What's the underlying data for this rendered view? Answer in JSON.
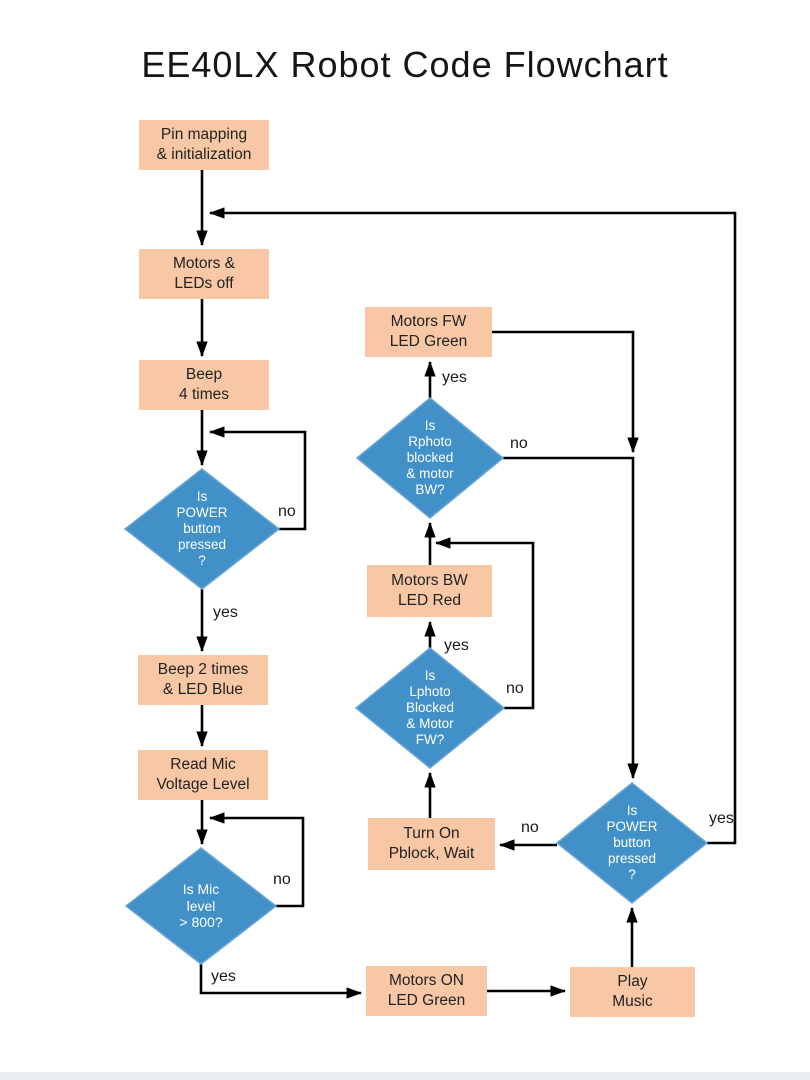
{
  "title": "EE40LX Robot Code Flowchart",
  "colors": {
    "page_bg": "#FFFFFF",
    "process_fill": "#F8C8A6",
    "decision_fill": "#4191C8",
    "decision_border": "#6BA5D6",
    "diamond_text": "#FFFFFF",
    "box_text": "#222222",
    "line_color": "#000000",
    "title_color": "#151515",
    "footer_strip": "#ECEFF2"
  },
  "nodes": {
    "pin_mapping": {
      "type": "process",
      "label": "Pin mapping\n& initialization"
    },
    "motors_leds_off": {
      "type": "process",
      "label": "Motors &\nLEDs off"
    },
    "beep_4_times": {
      "type": "process",
      "label": "Beep\n4 times"
    },
    "power_check_1": {
      "type": "decision",
      "label": "Is\nPOWER\nbutton\npressed\n?"
    },
    "beep_2_times": {
      "type": "process",
      "label": "Beep 2 times\n& LED Blue"
    },
    "read_mic": {
      "type": "process",
      "label": "Read Mic\nVoltage Level"
    },
    "mic_check": {
      "type": "decision",
      "label": "Is Mic\nlevel\n> 800?"
    },
    "motors_on": {
      "type": "process",
      "label": "Motors ON\nLED Green"
    },
    "play_music": {
      "type": "process",
      "label": "Play\nMusic"
    },
    "power_check_2": {
      "type": "decision",
      "label": "Is\nPOWER\nbutton\npressed\n?"
    },
    "turn_on_pblock": {
      "type": "process",
      "label": "Turn On\nPblock, Wait"
    },
    "lphoto_check": {
      "type": "decision",
      "label": "Is\nLphoto\nBlocked\n& Motor\nFW?"
    },
    "motors_bw": {
      "type": "process",
      "label": "Motors BW\nLED Red"
    },
    "rphoto_check": {
      "type": "decision",
      "label": "Is\nRphoto\nblocked\n& motor\nBW?"
    },
    "motors_fw": {
      "type": "process",
      "label": "Motors FW\nLED Green"
    }
  },
  "edge_labels": {
    "power1_no": "no",
    "power1_yes": "yes",
    "mic_no": "no",
    "mic_yes": "yes",
    "rphoto_yes": "yes",
    "rphoto_no": "no",
    "lphoto_yes": "yes",
    "lphoto_no": "no",
    "power2_no": "no",
    "power2_yes": "yes"
  }
}
